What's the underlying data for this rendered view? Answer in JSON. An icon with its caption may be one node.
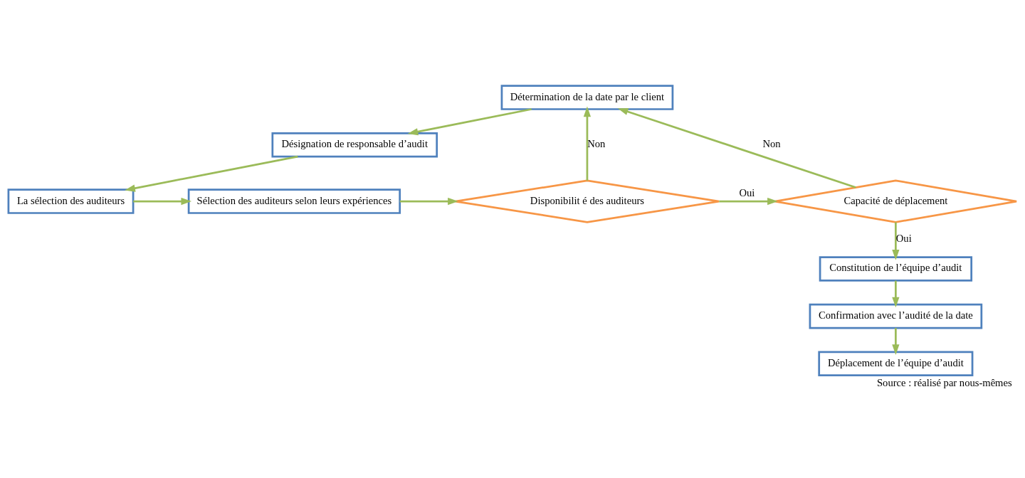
{
  "diagram": {
    "caption": "Source : réalisé par nous-mêmes",
    "nodes": [
      {
        "text": [
          "Détermination de la date par le client"
        ]
      },
      {
        "text": [
          "Désignation de responsable d’audit"
        ]
      },
      {
        "text": [
          "La sélection des auditeurs"
        ]
      },
      {
        "text": [
          "Sélection des auditeurs selon leurs expériences"
        ]
      },
      {
        "text": [
          "Disponibilit é des auditeurs"
        ]
      },
      {
        "text": [
          "Capacité de déplacement"
        ]
      },
      {
        "text": [
          "Constitution de l’équipe d’audit"
        ]
      },
      {
        "text": [
          "Confirmation avec l’audité de la date"
        ]
      },
      {
        "text": [
          "Déplacement de l’équipe d’audit"
        ]
      }
    ],
    "edges": [
      {
        "from": 0,
        "to": 1,
        "arrow": "to"
      },
      {
        "from": 1,
        "to": 2,
        "arrow": "to"
      },
      {
        "from": 2,
        "to": 3,
        "arrow": "to"
      },
      {
        "from": 3,
        "to": 4,
        "arrow": "to"
      },
      {
        "from": 4,
        "to": 5,
        "arrow": "to",
        "label": "Oui"
      },
      {
        "from": 4,
        "to": 0,
        "arrow": "to",
        "label": "Non"
      },
      {
        "from": 5,
        "to": 0,
        "arrow": "to",
        "label": "Non"
      },
      {
        "from": 5,
        "to": 6,
        "arrow": "to",
        "label": "Oui"
      },
      {
        "from": 6,
        "to": 7,
        "arrow": "to"
      },
      {
        "from": 7,
        "to": 8,
        "arrow": "to"
      }
    ]
  }
}
